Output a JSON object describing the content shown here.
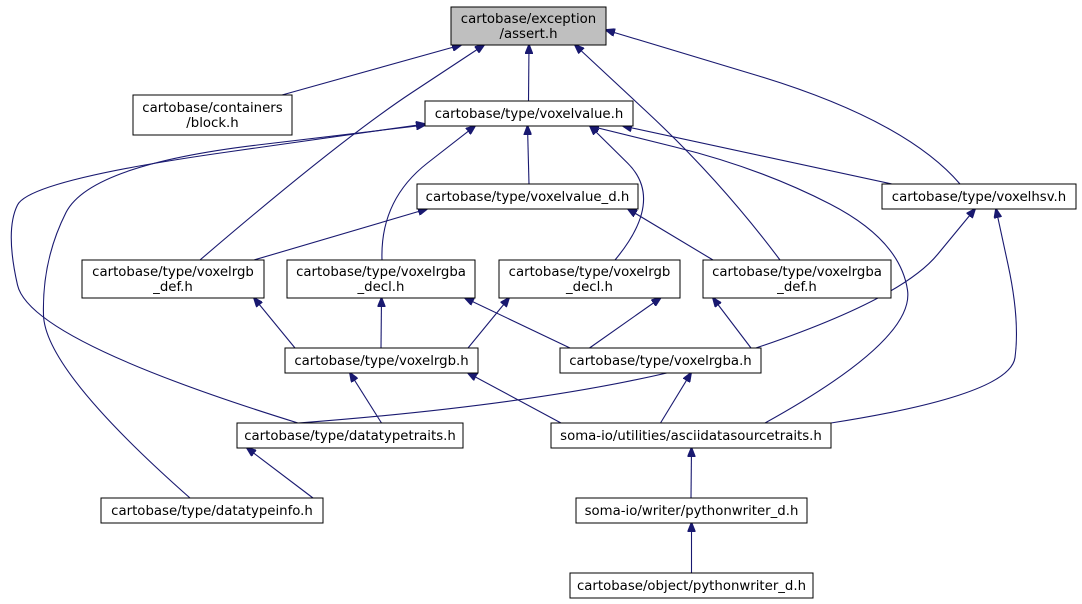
{
  "nodes": {
    "assert": {
      "lines": [
        "cartobase/exception",
        "/assert.h"
      ],
      "highlighted": true
    },
    "block": {
      "lines": [
        "cartobase/containers",
        "/block.h"
      ]
    },
    "voxelvalue": {
      "lines": [
        "cartobase/type/voxelvalue.h"
      ]
    },
    "voxelvalue_d": {
      "lines": [
        "cartobase/type/voxelvalue_d.h"
      ]
    },
    "voxelhsv": {
      "lines": [
        "cartobase/type/voxelhsv.h"
      ]
    },
    "voxelrgb_def": {
      "lines": [
        "cartobase/type/voxelrgb",
        "_def.h"
      ]
    },
    "voxelrgba_decl": {
      "lines": [
        "cartobase/type/voxelrgba",
        "_decl.h"
      ]
    },
    "voxelrgb_decl": {
      "lines": [
        "cartobase/type/voxelrgb",
        "_decl.h"
      ]
    },
    "voxelrgba_def": {
      "lines": [
        "cartobase/type/voxelrgba",
        "_def.h"
      ]
    },
    "voxelrgb": {
      "lines": [
        "cartobase/type/voxelrgb.h"
      ]
    },
    "voxelrgba": {
      "lines": [
        "cartobase/type/voxelrgba.h"
      ]
    },
    "datatypetraits": {
      "lines": [
        "cartobase/type/datatypetraits.h"
      ]
    },
    "asciids": {
      "lines": [
        "soma-io/utilities/asciidatasourcetraits.h"
      ]
    },
    "datatypeinfo": {
      "lines": [
        "cartobase/type/datatypeinfo.h"
      ]
    },
    "pywriter_d": {
      "lines": [
        "soma-io/writer/pythonwriter_d.h"
      ]
    },
    "obj_pywriter": {
      "lines": [
        "cartobase/object/pythonwriter_d.h"
      ]
    }
  },
  "edges": [
    {
      "from": "block",
      "to": "assert"
    },
    {
      "from": "voxelvalue",
      "to": "assert"
    },
    {
      "from": "voxelrgb_def",
      "to": "assert"
    },
    {
      "from": "voxelrgba_def",
      "to": "assert"
    },
    {
      "from": "voxelhsv",
      "to": "assert"
    },
    {
      "from": "voxelvalue_d",
      "to": "voxelvalue"
    },
    {
      "from": "voxelhsv",
      "to": "voxelvalue"
    },
    {
      "from": "voxelrgba_decl",
      "to": "voxelvalue"
    },
    {
      "from": "voxelrgb_decl",
      "to": "voxelvalue"
    },
    {
      "from": "datatypetraits",
      "to": "voxelvalue"
    },
    {
      "from": "datatypeinfo",
      "to": "voxelvalue"
    },
    {
      "from": "asciids",
      "to": "voxelvalue"
    },
    {
      "from": "voxelrgb_def",
      "to": "voxelvalue_d"
    },
    {
      "from": "voxelrgba_def",
      "to": "voxelvalue_d"
    },
    {
      "from": "datatypetraits",
      "to": "voxelhsv"
    },
    {
      "from": "asciids",
      "to": "voxelhsv"
    },
    {
      "from": "voxelrgb",
      "to": "voxelrgb_def"
    },
    {
      "from": "voxelrgb",
      "to": "voxelrgba_decl"
    },
    {
      "from": "voxelrgba",
      "to": "voxelrgba_decl"
    },
    {
      "from": "voxelrgb",
      "to": "voxelrgb_decl"
    },
    {
      "from": "voxelrgba",
      "to": "voxelrgb_decl"
    },
    {
      "from": "voxelrgba",
      "to": "voxelrgba_def"
    },
    {
      "from": "datatypetraits",
      "to": "voxelrgb"
    },
    {
      "from": "asciids",
      "to": "voxelrgb"
    },
    {
      "from": "asciids",
      "to": "voxelrgba"
    },
    {
      "from": "datatypeinfo",
      "to": "datatypetraits"
    },
    {
      "from": "pywriter_d",
      "to": "asciids"
    },
    {
      "from": "obj_pywriter",
      "to": "pywriter_d"
    }
  ],
  "colors": {
    "edge": "#191970",
    "highlight_fill": "#bfbfbf",
    "node_border": "#000000"
  }
}
